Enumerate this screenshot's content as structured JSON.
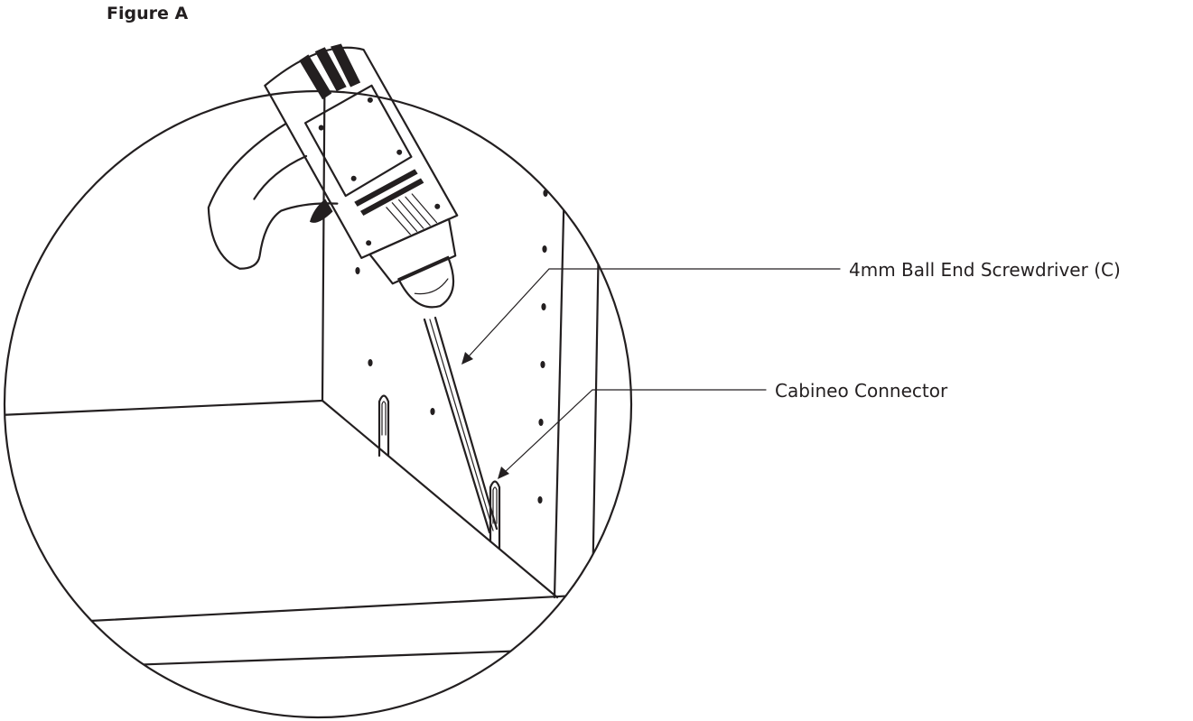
{
  "figure": {
    "title": "Figure A"
  },
  "callouts": {
    "screwdriver": "4mm Ball End Screwdriver (C)",
    "connector": "Cabineo Connector"
  },
  "colors": {
    "ink": "#231f20",
    "background": "#ffffff"
  }
}
